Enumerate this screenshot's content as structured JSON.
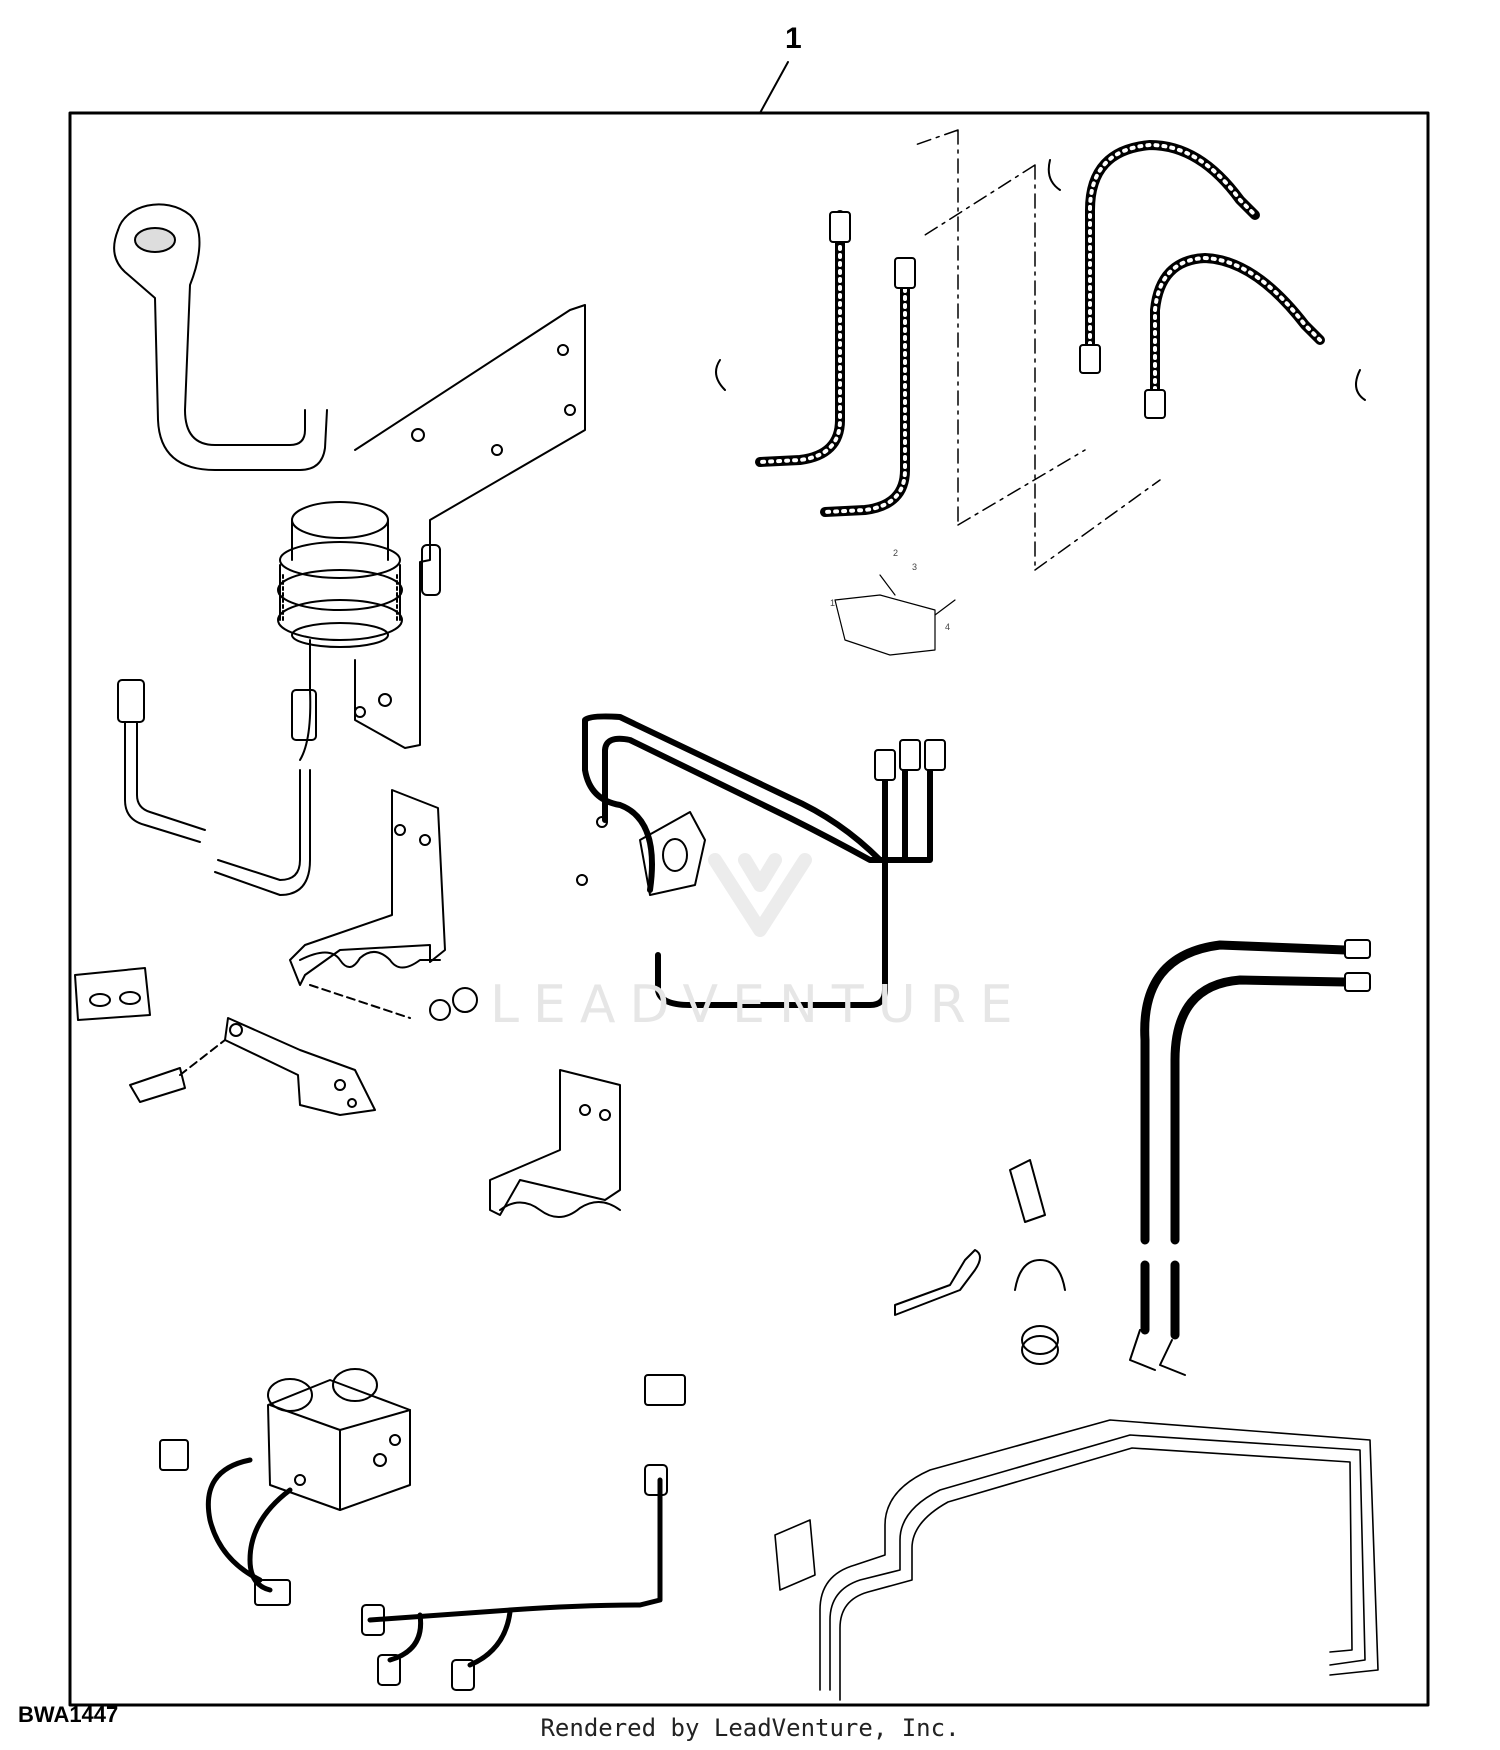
{
  "callout": "1",
  "figure_id": "BWA1447",
  "credit": "Rendered by LeadVenture, Inc.",
  "watermark": "LEADVENTURE",
  "mini_callouts": [
    "1",
    "2",
    "3",
    "4"
  ]
}
